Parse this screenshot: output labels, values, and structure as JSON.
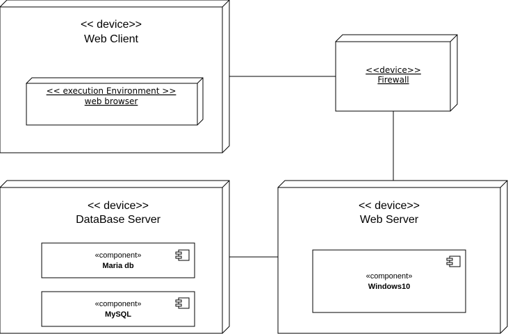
{
  "nodes": {
    "web_client": {
      "stereotype": "<< device>>",
      "name": "Web Client"
    },
    "web_browser": {
      "stereotype": "<< execution Environment >>",
      "name": "web browser"
    },
    "firewall": {
      "stereotype": "<<device>>",
      "name": "Firewall"
    },
    "database_server": {
      "stereotype": "<< device>>",
      "name": "DataBase Server"
    },
    "web_server": {
      "stereotype": "<< device>>",
      "name": "Web Server"
    }
  },
  "components": {
    "maria_db": {
      "stereotype": "«component»",
      "name": "Maria db"
    },
    "mysql": {
      "stereotype": "«component»",
      "name": "MySQL"
    },
    "windows10": {
      "stereotype": "«component»",
      "name": "Windows10"
    }
  }
}
